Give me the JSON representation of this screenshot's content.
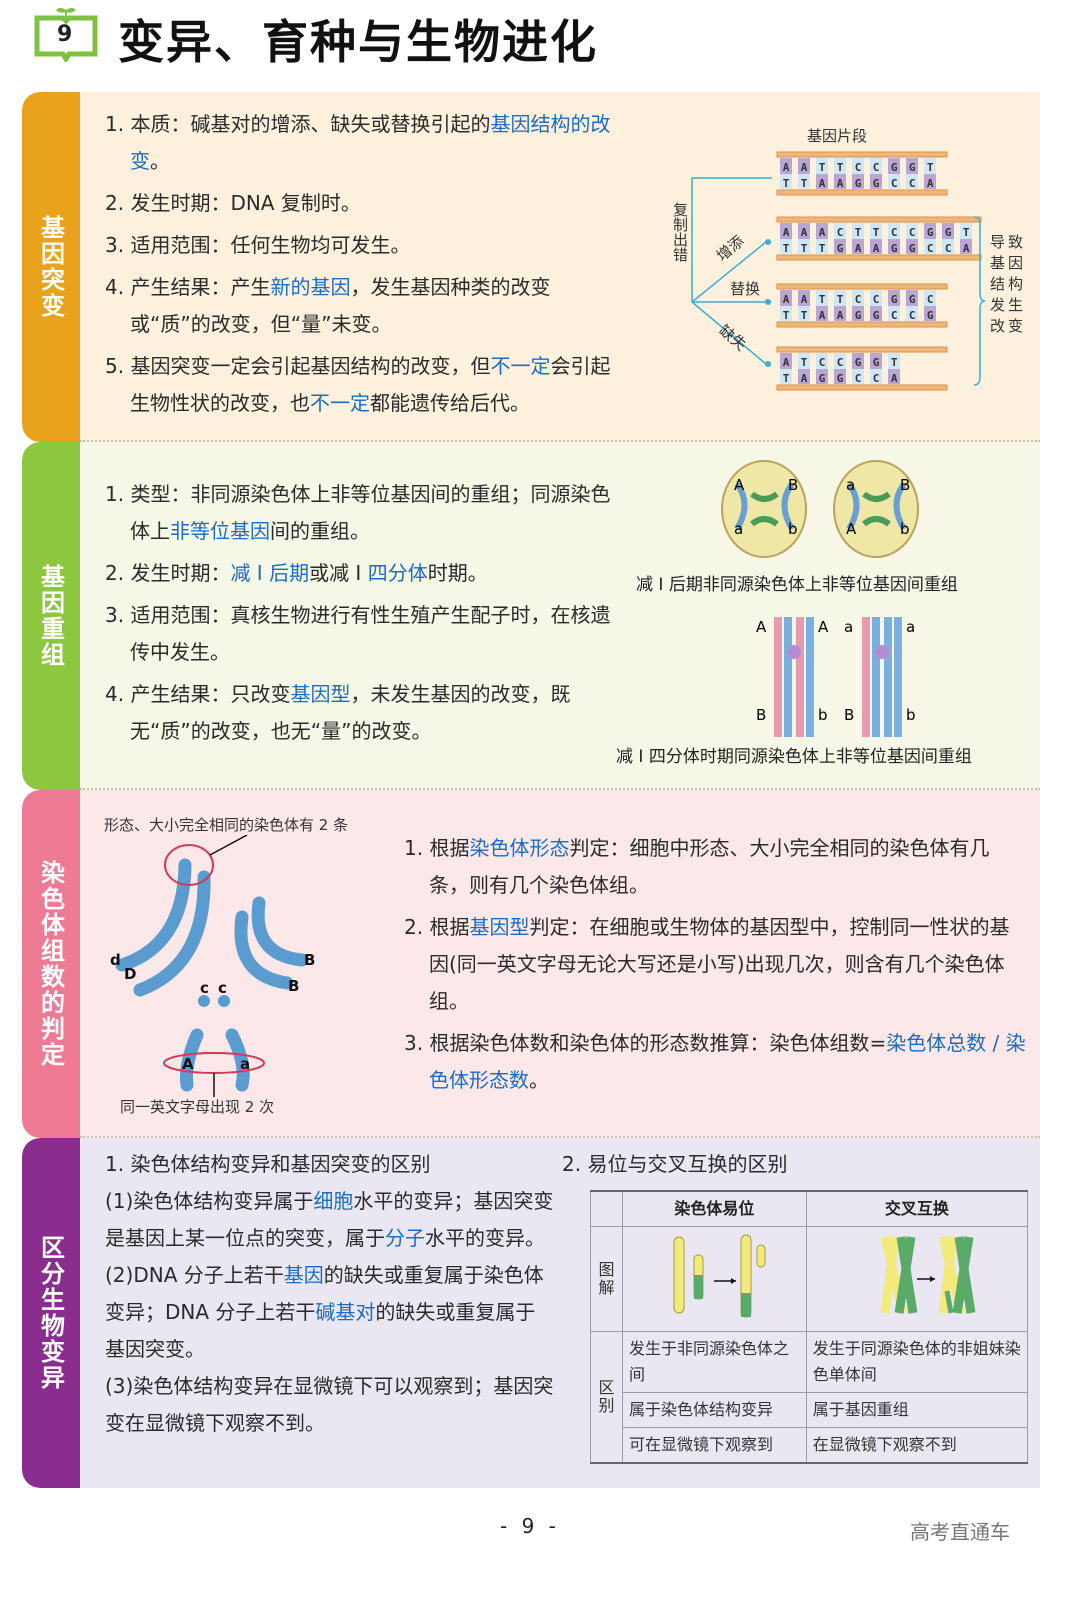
{
  "header": {
    "chapter_number": "9",
    "title": "变异、育种与生物进化",
    "accent": "#7dc242"
  },
  "colors": {
    "highlight": "#1a6cc4",
    "tab1": "#e9a21c",
    "tab2": "#8dc63f",
    "tab3": "#ee7b93",
    "tab4": "#8b2d8e"
  },
  "sections": [
    {
      "tab": "基因突变",
      "items": [
        [
          {
            "text": "1. 本质：碱基对的增添、缺失或替换引起的"
          },
          {
            "text": "基因结构的改变",
            "highlight": true
          },
          {
            "text": "。"
          }
        ],
        [
          {
            "text": "2. 发生时期：DNA 复制时。"
          }
        ],
        [
          {
            "text": "3. 适用范围：任何生物均可发生。"
          }
        ],
        [
          {
            "text": "4. 产生结果：产生"
          },
          {
            "text": "新的基因",
            "highlight": true
          },
          {
            "text": "，发生基因种类的改变或“质”的改变，但“量”未变。"
          }
        ],
        [
          {
            "text": "5. 基因突变一定会引起基因结构的改变，但"
          },
          {
            "text": "不一定",
            "highlight": true
          },
          {
            "text": "会引起生物性状的改变，也"
          },
          {
            "text": "不一定",
            "highlight": true
          },
          {
            "text": "都能遗传给后代。"
          }
        ]
      ],
      "figure": {
        "title": "基因片段",
        "cause_label": "复制出错",
        "result_label": "导致基因结构发生改变",
        "original": {
          "top": "AATTCCGGT",
          "bottom": "TTAAGGCCA"
        },
        "mutations": [
          {
            "label": "增添",
            "top": "AAACTTCCGGT",
            "bottom": "TTTGAAGGCCA"
          },
          {
            "label": "替换",
            "top": "AATTCCGGC",
            "bottom": "TTAAGGCCG"
          },
          {
            "label": "缺失",
            "top": "ATCCGGT",
            "bottom": "TAGGCCA"
          }
        ]
      }
    },
    {
      "tab": "基因重组",
      "items": [
        [
          {
            "text": "1. 类型：非同源染色体上非等位基因间的重组；同源染色体上"
          },
          {
            "text": "非等位基因",
            "highlight": true
          },
          {
            "text": "间的重组。"
          }
        ],
        [
          {
            "text": "2. 发生时期："
          },
          {
            "text": "减 Ⅰ 后期",
            "highlight": true
          },
          {
            "text": "或减 Ⅰ "
          },
          {
            "text": "四分体",
            "highlight": true
          },
          {
            "text": "时期。"
          }
        ],
        [
          {
            "text": "3. 适用范围：真核生物进行有性生殖产生配子时，在核遗传中发生。"
          }
        ],
        [
          {
            "text": "4. 产生结果：只改变"
          },
          {
            "text": "基因型",
            "highlight": true
          },
          {
            "text": "，未发生基因的改变，既无“质”的改变，也无“量”的改变。"
          }
        ]
      ],
      "figure": {
        "caption1": "减 Ⅰ 后期非同源染色体上非等位基因间重组",
        "caption2": "减 Ⅰ 四分体时期同源染色体上非等位基因间重组",
        "cell1_labels": [
          "A",
          "B",
          "a",
          "b"
        ],
        "cell2_labels": [
          "a",
          "B",
          "A",
          "b"
        ],
        "tetrad1_labels": [
          "A",
          "A",
          "B",
          "b"
        ],
        "tetrad2_labels": [
          "a",
          "a",
          "B",
          "b"
        ]
      }
    },
    {
      "tab": "染色体组数的判定",
      "items": [
        [
          {
            "text": "1. 根据"
          },
          {
            "text": "染色体形态",
            "highlight": true
          },
          {
            "text": "判定：细胞中形态、大小完全相同的染色体有几条，则有几个染色体组。"
          }
        ],
        [
          {
            "text": "2. 根据"
          },
          {
            "text": "基因型",
            "highlight": true
          },
          {
            "text": "判定：在细胞或生物体的基因型中，控制同一性状的基因(同一英文字母无论大写还是小写)出现几次，则含有几个染色体组。"
          }
        ],
        [
          {
            "text": "3. 根据染色体数和染色体的形态数推算：染色体组数="
          },
          {
            "text": "染色体总数 / 染色体形态数",
            "highlight": true
          },
          {
            "text": "。"
          }
        ]
      ],
      "figure": {
        "top_note": "形态、大小完全相同的染色体有 2 条",
        "bottom_note": "同一英文字母出现 2 次",
        "labels": {
          "d": "d",
          "D": "D",
          "c1": "c",
          "c2": "c",
          "B1": "B",
          "B2": "B",
          "A": "A",
          "a": "a"
        }
      }
    },
    {
      "tab": "区分生物变异",
      "left_title": "1. 染色体结构变异和基因突变的区别",
      "items": [
        [
          {
            "text": "(1)染色体结构变异属于"
          },
          {
            "text": "细胞",
            "highlight": true
          },
          {
            "text": "水平的变异；基因突变是基因上某一位点的突变，属于"
          },
          {
            "text": "分子",
            "highlight": true
          },
          {
            "text": "水平的变异。"
          }
        ],
        [
          {
            "text": "(2)DNA 分子上若干"
          },
          {
            "text": "基因",
            "highlight": true
          },
          {
            "text": "的缺失或重复属于染色体变异；DNA 分子上若干"
          },
          {
            "text": "碱基对",
            "highlight": true
          },
          {
            "text": "的缺失或重复属于基因突变。"
          }
        ],
        [
          {
            "text": "(3)染色体结构变异在显微镜下可以观察到；基因突变在显微镜下观察不到。"
          }
        ]
      ],
      "right_title": "2. 易位与交叉互换的区别",
      "table": {
        "headers": [
          "染色体易位",
          "交叉互换"
        ],
        "diagram_label": "图解",
        "diff_label": "区别",
        "rows": [
          [
            "发生于非同源染色体之间",
            "发生于同源染色体的非姐妹染色单体间"
          ],
          [
            "属于染色体结构变异",
            "属于基因重组"
          ],
          [
            "可在显微镜下观察到",
            "在显微镜下观察不到"
          ]
        ]
      }
    }
  ],
  "footer": {
    "page": "- 9 -",
    "brand": "高考直通车"
  }
}
